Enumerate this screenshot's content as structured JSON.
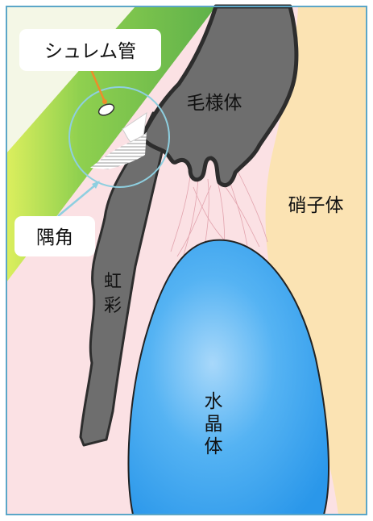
{
  "labels": {
    "schlemm_canal": "シュレム管",
    "angle": "隅角",
    "ciliary_body": "毛様体",
    "vitreous": "硝子体",
    "iris": [
      "虹",
      "彩"
    ],
    "lens": [
      "水",
      "晶",
      "体"
    ]
  },
  "colors": {
    "frame": "#5ba6c8",
    "cornea_light": "#f4f7e6",
    "sclera_green": "#6cbf4f",
    "sclera_light": "#d7ee5a",
    "aqueous_pink": "#fbe1e4",
    "vitreous_tan": "#fbe3b3",
    "tissue_gray": "#6e6e6e",
    "tissue_dark": "#2d2d2d",
    "lens_blue": "#3aa5f0",
    "schlemm_pointer": "#ee8c2a",
    "angle_pointer": "#8ecfe0",
    "angle_circle": "#8ecfe0"
  }
}
